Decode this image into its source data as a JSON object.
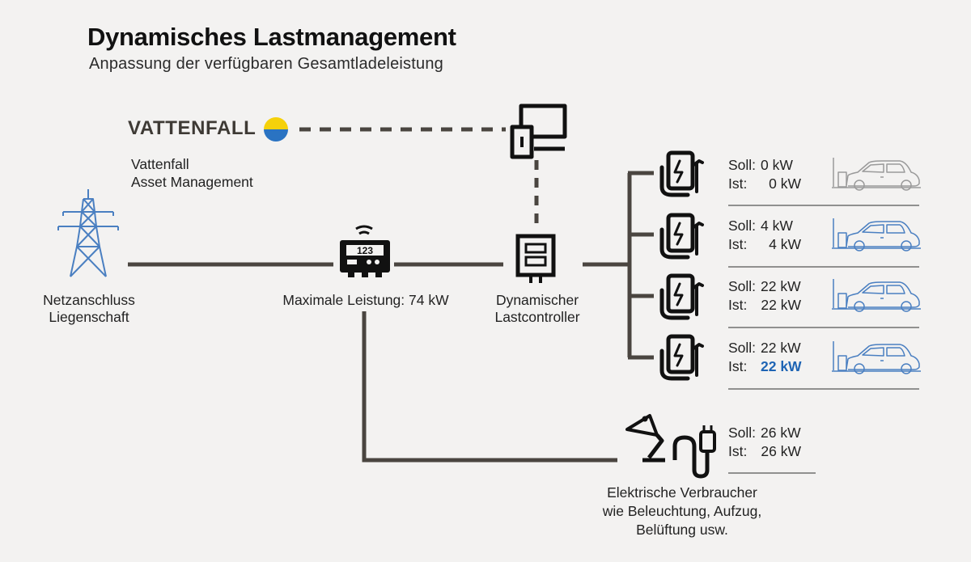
{
  "title": "Dynamisches Lastmanagement",
  "subtitle": "Anpassung der verfügbaren Gesamtladeleistung",
  "vattenfall": {
    "logo_text": "VATTENFALL",
    "label_line1": "Vattenfall",
    "label_line2": "Asset Management"
  },
  "grid": {
    "line1": "Netzanschluss",
    "line2": "Liegenschaft"
  },
  "meter": {
    "display": "123",
    "label": "Maximale Leistung: 74 kW"
  },
  "controller": {
    "line1": "Dynamischer",
    "line2": "Lastcontroller"
  },
  "chargers": [
    {
      "soll_label": "Soll:",
      "soll_value": "0 kW",
      "ist_label": "Ist:",
      "ist_value": "0 kW"
    },
    {
      "soll_label": "Soll:",
      "soll_value": "4 kW",
      "ist_label": "Ist:",
      "ist_value": "4 kW"
    },
    {
      "soll_label": "Soll:",
      "soll_value": "22 kW",
      "ist_label": "Ist:",
      "ist_value": "22 kW"
    },
    {
      "soll_label": "Soll:",
      "soll_value": "22 kW",
      "ist_label": "Ist:",
      "ist_value": "22 kW"
    }
  ],
  "consumers": {
    "soll_label": "Soll:",
    "soll_value": "26 kW",
    "ist_label": "Ist:",
    "ist_value": "26 kW",
    "line1": "Elektrische Verbraucher",
    "line2": "wie Beleuchtung, Aufzug,",
    "line3": "Belüftung usw."
  },
  "colors": {
    "line": "#4a4540",
    "icon": "#111111",
    "blue": "#4a7fc1",
    "highlight": "#1e64b4",
    "grey_car": "#9a9a9a",
    "logo_yellow": "#f5d10a",
    "logo_blue": "#2a73c2"
  }
}
